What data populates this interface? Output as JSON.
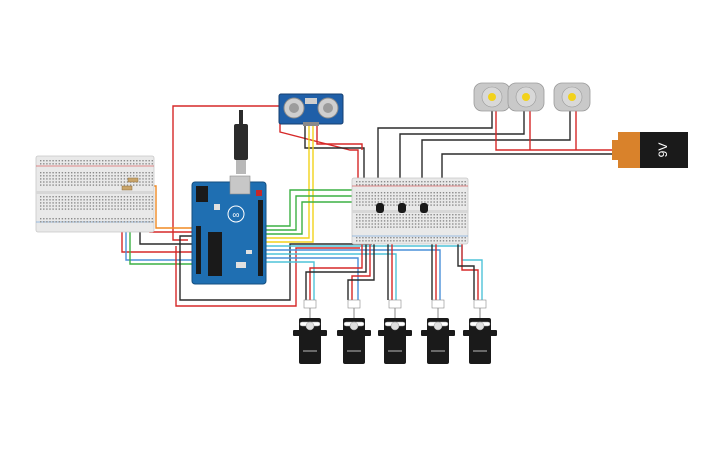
{
  "components": {
    "battery": {
      "label": "9V"
    },
    "arduino": {
      "logo_text": "∞"
    },
    "servo_count": 5,
    "dc_motor_count": 3,
    "transistor_count": 3
  },
  "colors": {
    "wire_red": "#d62828",
    "wire_black": "#2b2b2b",
    "wire_green": "#3cb043",
    "wire_blue": "#4a90d9",
    "wire_yellow": "#f2d21b",
    "wire_orange": "#f08a24",
    "wire_gray": "#9aa0a6",
    "wire_cyan": "#4fc3d9",
    "arduino_board": "#1f6fb2",
    "breadboard": "#e9e9e9",
    "battery_body": "#1a1a1a",
    "battery_cap": "#d9822b"
  }
}
